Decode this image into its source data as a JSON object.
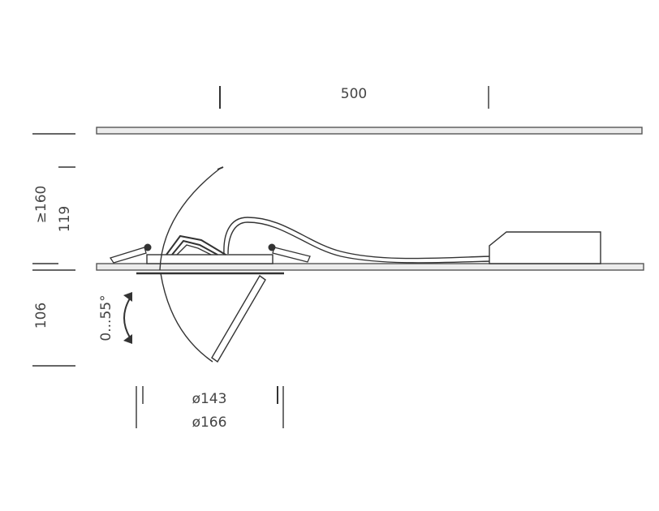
{
  "dimensions": {
    "width_top": "500",
    "height_min": "≥160",
    "height_inner": "119",
    "depth_below": "106",
    "tilt_angle": "0...55°",
    "diameter_inner": "ø143",
    "diameter_outer": "ø166"
  }
}
